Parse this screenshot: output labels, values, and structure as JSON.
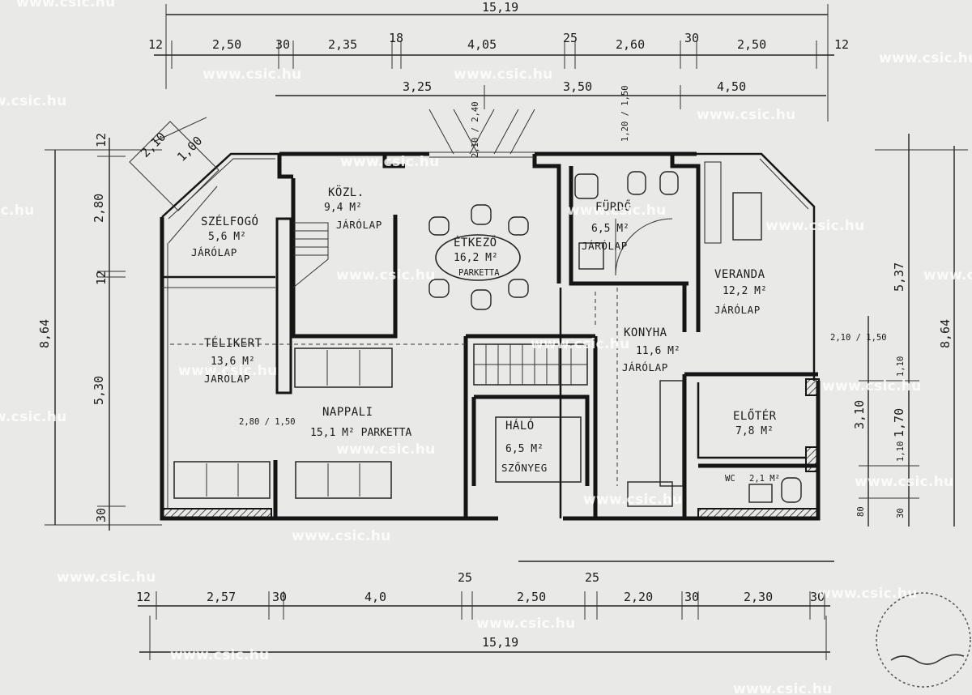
{
  "overall": {
    "width_top": "15,19",
    "width_bottom": "15,19",
    "depth_left": "8,64",
    "depth_right": "8,64"
  },
  "top_dims": [
    "12",
    "2,50",
    "30",
    "2,35",
    "18",
    "4,05",
    "25",
    "2,60",
    "30",
    "2,50",
    "12"
  ],
  "top_dims_row2": [
    "3,25",
    "3,50",
    "4,50"
  ],
  "bottom_dims": [
    "12",
    "2,57",
    "30",
    "4,0",
    "25",
    "2,50",
    "25",
    "2,20",
    "30",
    "2,30",
    "30"
  ],
  "left_dims": [
    "12",
    "2,80",
    "12",
    "5,30",
    "30"
  ],
  "right_dims": [
    "5,37",
    "3,10",
    "1,70",
    "1,10",
    "1,10",
    "30",
    "80"
  ],
  "bay_dims": [
    "2,10",
    "1,00"
  ],
  "opening_dims": [
    "2,10 / 2,40",
    "1,20 / 1,50",
    "2,10 / 1,50",
    "2,80 / 1,50"
  ],
  "rooms": {
    "szelfogo": {
      "name": "SZÉLFOGÓ",
      "area": "5,6 M²",
      "floor": "JÁRÓLAP"
    },
    "kozl": {
      "name": "KÖZL.",
      "area": "9,4 M²",
      "floor": "JÁRÓLAP"
    },
    "etkezo": {
      "name": "ÉTKEZŐ",
      "area": "16,2 M²",
      "floor": "PARKETTA"
    },
    "furdo": {
      "name": "FÜRDŐ",
      "area": "6,5 M²",
      "floor": "JÁRÓLAP"
    },
    "veranda": {
      "name": "VERANDA",
      "area": "12,2 M²",
      "floor": "JÁRÓLAP"
    },
    "telikert": {
      "name": "TÉLIKERT",
      "area": "13,6 M²",
      "floor": "JÁRÓLAP"
    },
    "konyha": {
      "name": "KONYHA",
      "area": "11,6 M²",
      "floor": "JÁRÓLAP"
    },
    "nappali": {
      "name": "NAPPALI",
      "area": "15,1 M² PARKETTA"
    },
    "halo": {
      "name": "HÁLÓ",
      "area": "6,5 M²",
      "floor": "SZŐNYEG"
    },
    "eloter": {
      "name": "ELŐTÉR",
      "area": "7,8 M²"
    },
    "wc": {
      "name": "WC",
      "area": "2,1 M²"
    }
  },
  "watermark": "www.csic.hu",
  "colors": {
    "paper": "#e9e9e7",
    "ink": "#151515",
    "watermark": "#ffffff"
  }
}
